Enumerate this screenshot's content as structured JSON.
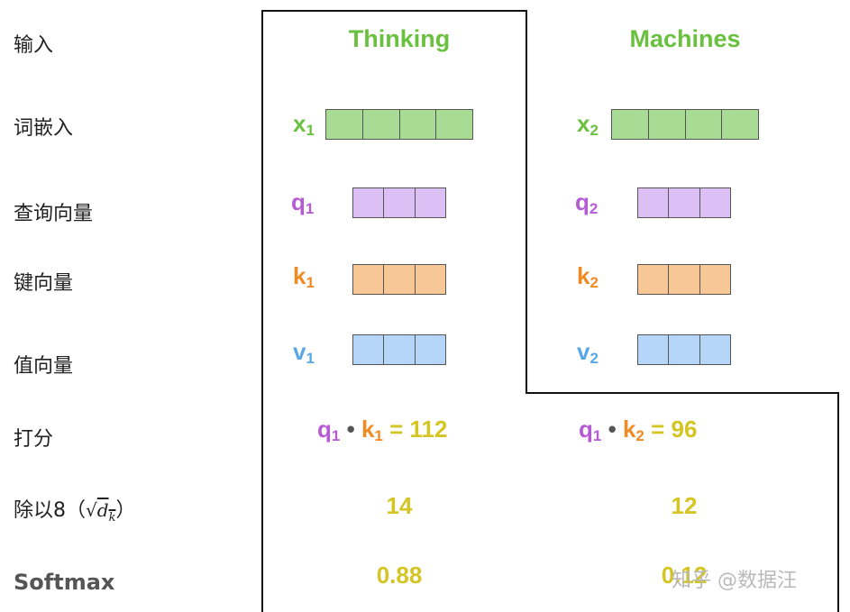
{
  "row_labels": {
    "input": "输入",
    "embedding": "词嵌入",
    "query": "查询向量",
    "key": "键向量",
    "value": "值向量",
    "score": "打分",
    "divide": "除以8（",
    "divide_close": "）",
    "softmax": "Softmax"
  },
  "divide_formula": {
    "sqrt": "√",
    "d": "d",
    "k": "k"
  },
  "words": [
    "Thinking",
    "Machines"
  ],
  "vectors": {
    "x": [
      "x",
      "x"
    ],
    "q": [
      "q",
      "q"
    ],
    "k": [
      "k",
      "k"
    ],
    "v": [
      "v",
      "v"
    ],
    "subscripts": [
      "1",
      "2"
    ]
  },
  "scores": {
    "dot": "•",
    "equals": "=",
    "values": [
      "112",
      "96"
    ]
  },
  "divided": [
    "14",
    "12"
  ],
  "softmax": [
    "0.88",
    "0.12"
  ],
  "colors": {
    "x": "#6ac13f",
    "q": "#b65bd4",
    "k": "#f08a23",
    "v": "#5aa7e6",
    "value": "#d4c523",
    "x_fill": "#a8dc95",
    "q_fill": "#dcbff5",
    "k_fill": "#f7c896",
    "v_fill": "#b5d6f8"
  },
  "watermark": "知乎 @数据汪"
}
